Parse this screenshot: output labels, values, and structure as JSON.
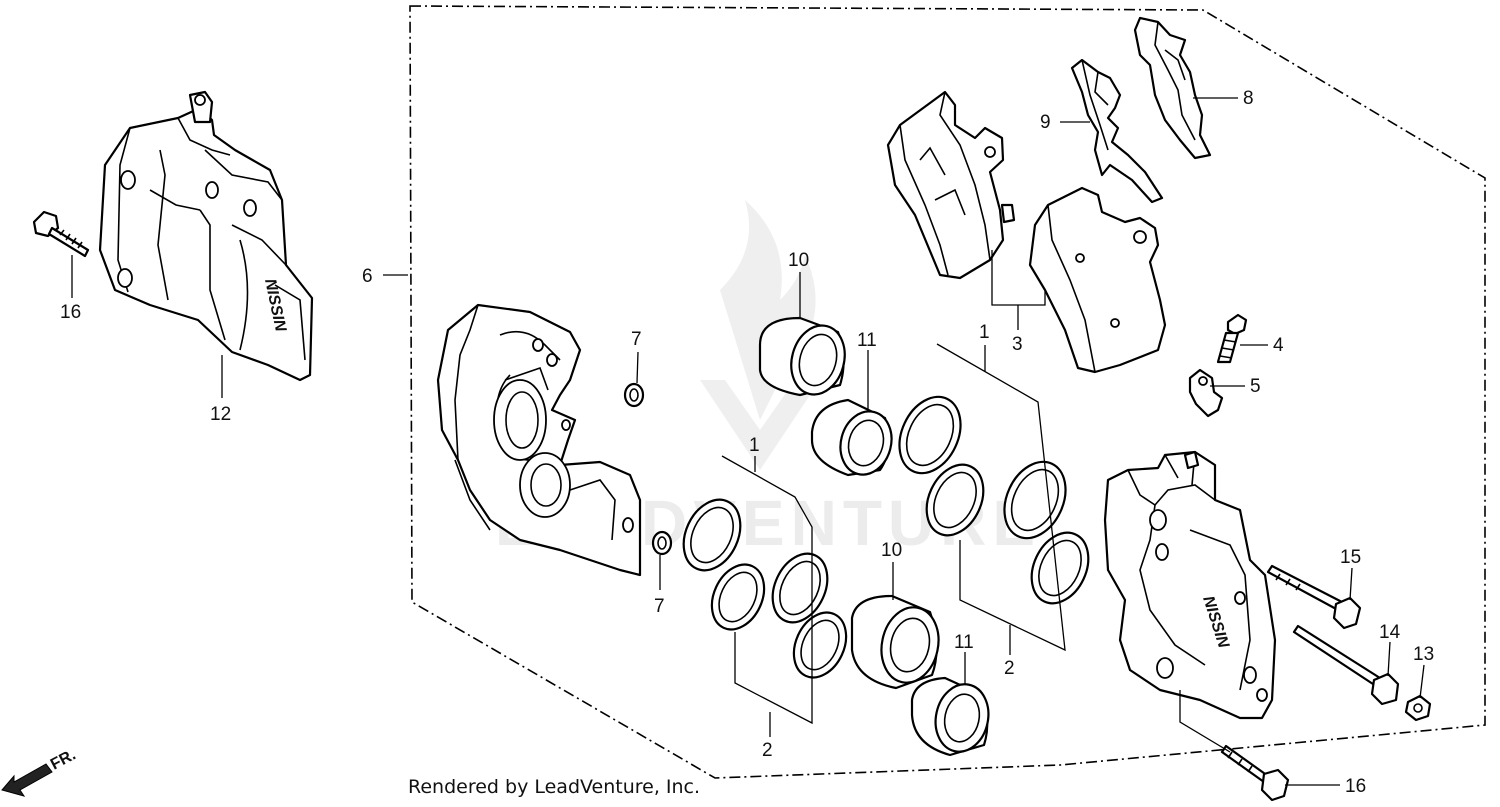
{
  "callouts": {
    "n1a": "1",
    "n1b": "1",
    "n2a": "2",
    "n2b": "2",
    "n3": "3",
    "n4": "4",
    "n5": "5",
    "n6": "6",
    "n7a": "7",
    "n7b": "7",
    "n8": "8",
    "n9": "9",
    "n10a": "10",
    "n10b": "10",
    "n11a": "11",
    "n11b": "11",
    "n12": "12",
    "n13": "13",
    "n14": "14",
    "n15": "15",
    "n16a": "16",
    "n16b": "16"
  },
  "brand_marking": "NISSIN",
  "front_indicator": "FR.",
  "watermark": "LEADVENTURE",
  "credit": "Rendered by LeadVenture, Inc."
}
